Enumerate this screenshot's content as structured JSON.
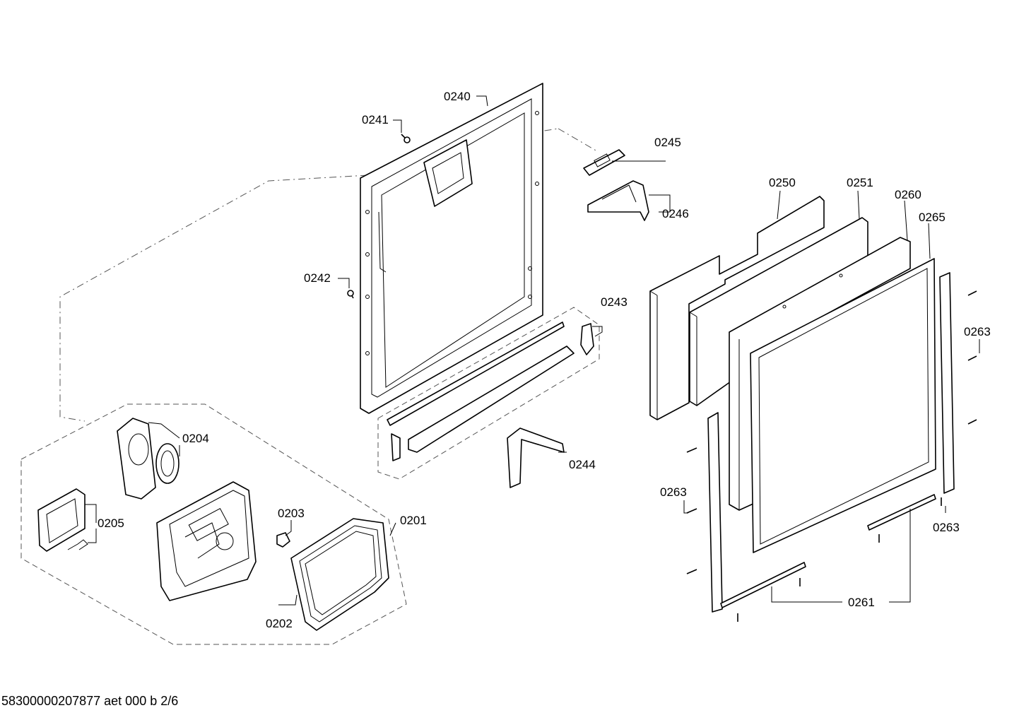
{
  "labels": {
    "p0240": "0240",
    "p0241": "0241",
    "p0242": "0242",
    "p0243": "0243",
    "p0244": "0244",
    "p0245": "0245",
    "p0246": "0246",
    "p0250": "0250",
    "p0251": "0251",
    "p0260": "0260",
    "p0265": "0265",
    "p0263a": "0263",
    "p0263b": "0263",
    "p0263c": "0263",
    "p0261": "0261",
    "p0204": "0204",
    "p0205": "0205",
    "p0203": "0203",
    "p0201": "0201",
    "p0202": "0202"
  },
  "footer": "58300000207877 aet 000 b 2/6"
}
